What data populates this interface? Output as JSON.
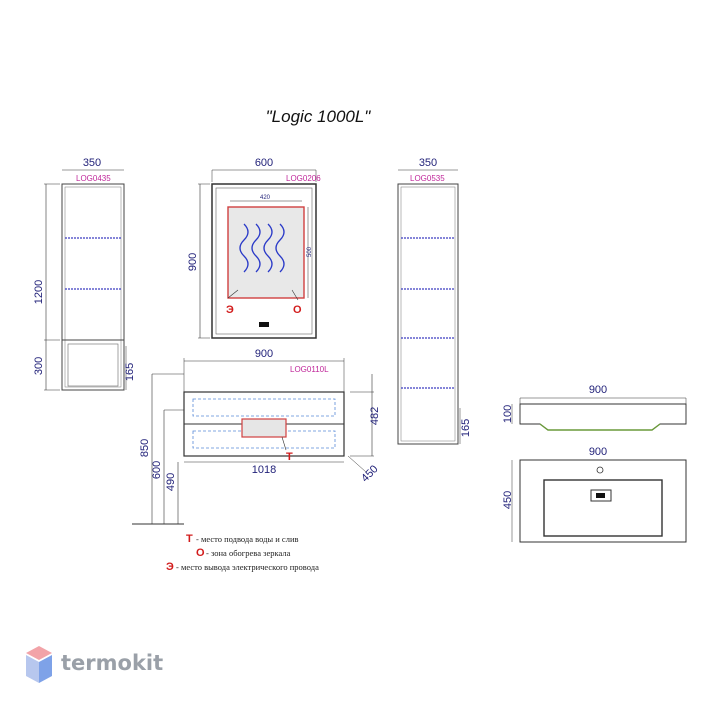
{
  "title": "\"Logic 1000L\"",
  "left_cabinet": {
    "code": "LOG0435",
    "width": "350",
    "height": "1200",
    "lower_height": "300",
    "depth": "165"
  },
  "mirror": {
    "code": "LOG0206",
    "width": "600",
    "height": "900",
    "heat_width": "420",
    "heat_height": "500",
    "mark_e": "Э",
    "mark_o": "О"
  },
  "right_cabinet": {
    "code": "LOG0535",
    "width": "350",
    "depth": "165"
  },
  "vanity": {
    "code": "LOG0110L",
    "width": "900",
    "total_width": "1018",
    "height": "482",
    "depth": "450",
    "h850": "850",
    "h600": "600",
    "h490": "490",
    "mark_t": "Т"
  },
  "basin_side": {
    "width": "900",
    "height": "100"
  },
  "basin_top": {
    "width": "900",
    "depth": "450"
  },
  "legend": [
    {
      "letter": "Т",
      "text": "- место подвода воды и слив"
    },
    {
      "letter": "О",
      "text": "- зона обогрева зеркала"
    },
    {
      "letter": "Э",
      "text": "- место вывода электрического провода"
    }
  ],
  "brand": {
    "name": "termokit",
    "colors": [
      "#f2a3a8",
      "#b7c7ee",
      "#7ea2e8"
    ]
  }
}
